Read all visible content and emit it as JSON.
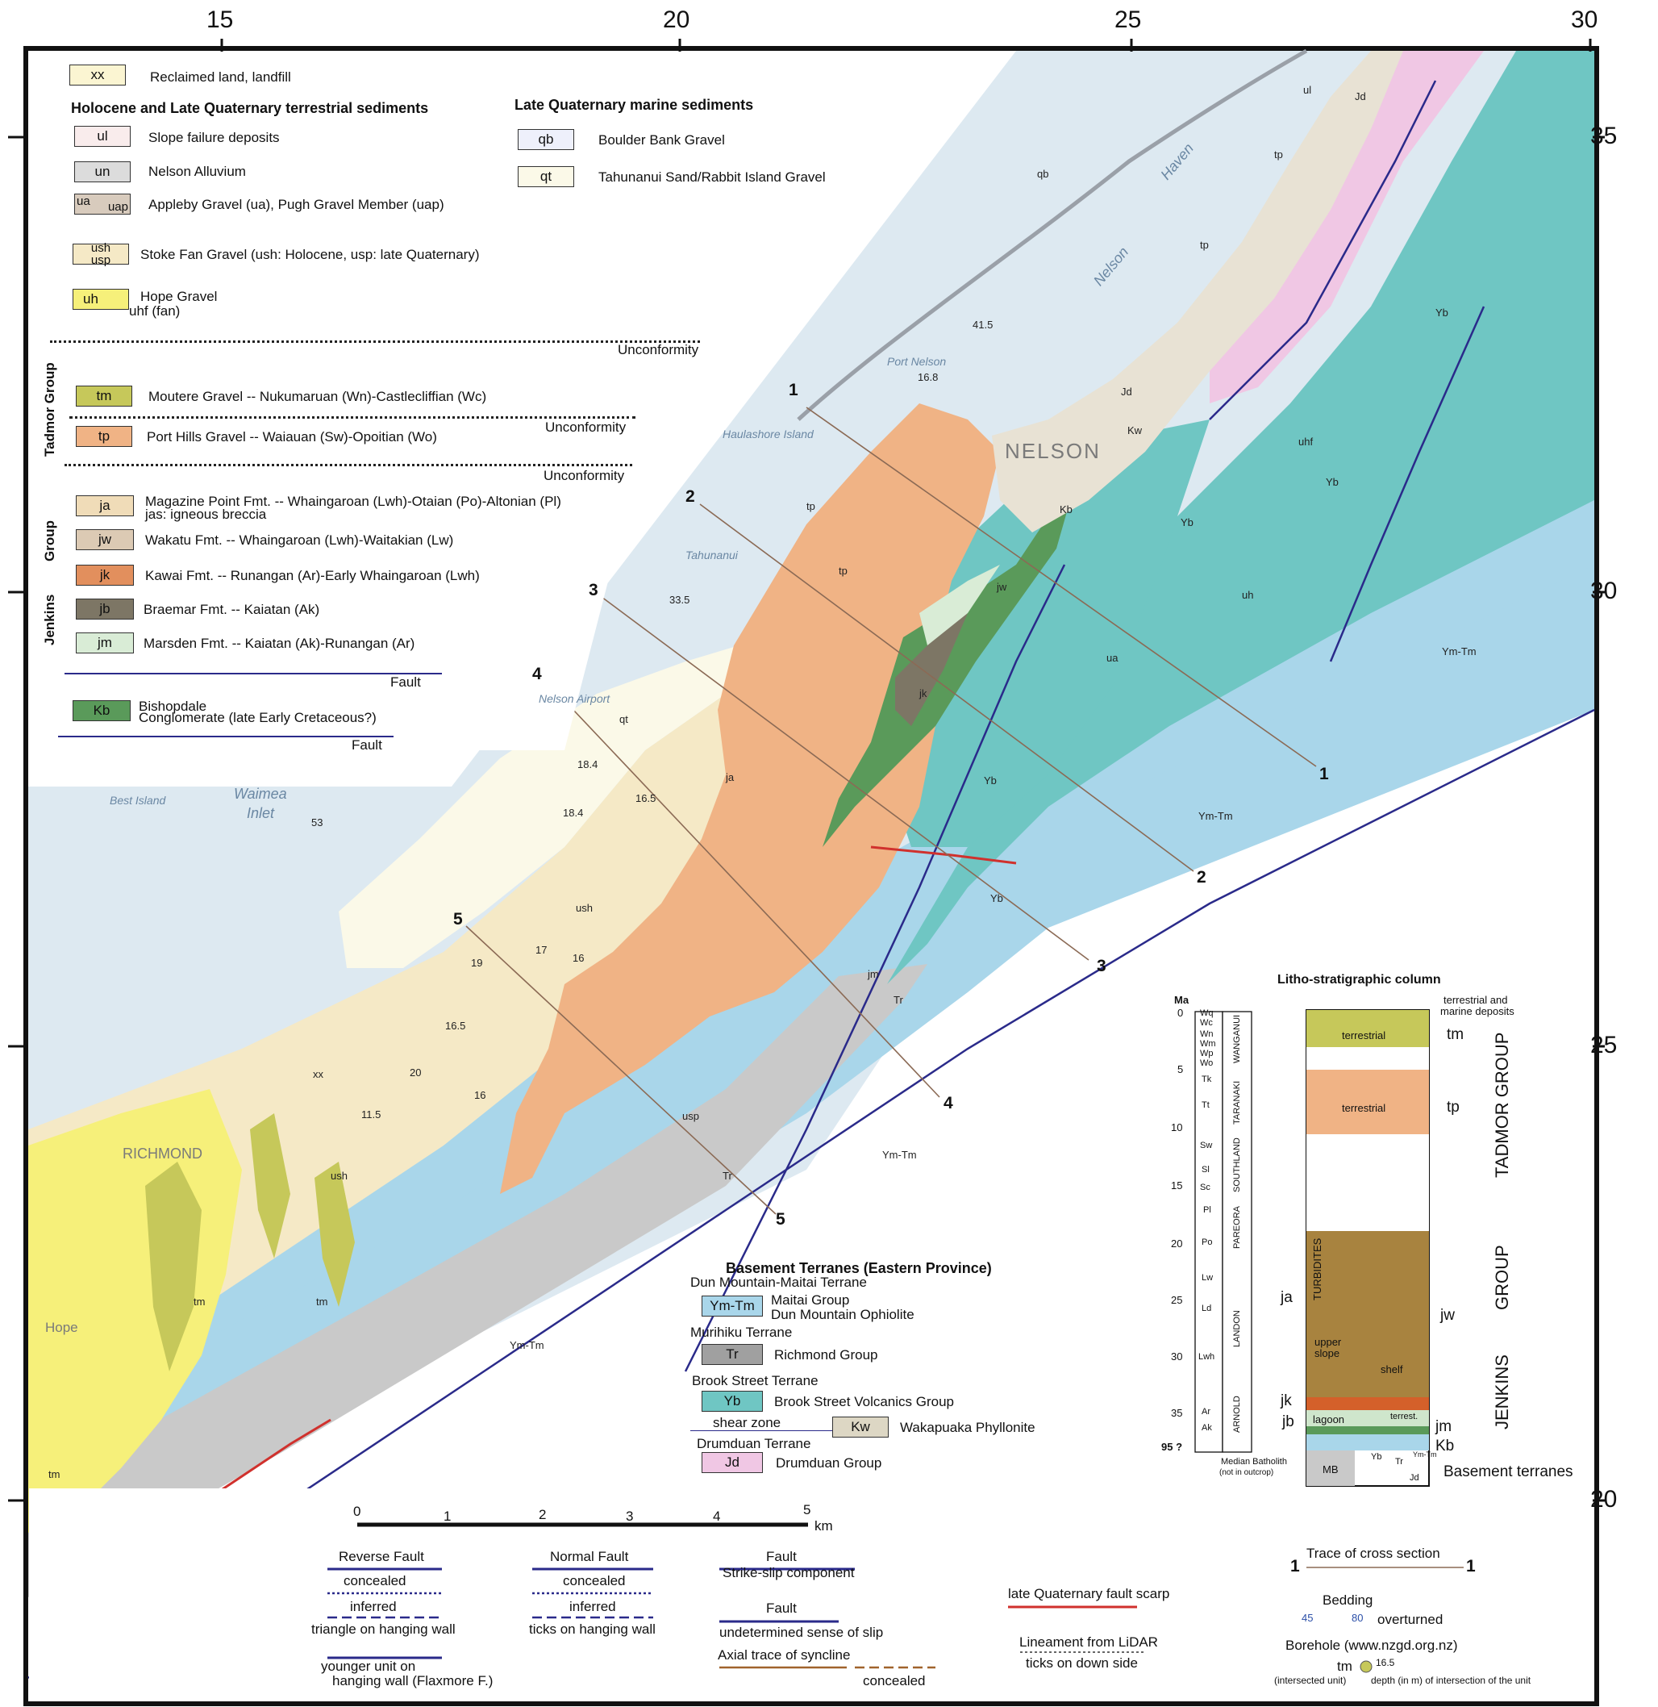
{
  "grid": {
    "top_ticks": [
      "15",
      "20",
      "25",
      "30"
    ],
    "right_ticks": [
      "35",
      "30",
      "25",
      "20"
    ]
  },
  "legend": {
    "reclaimed": {
      "code": "xx",
      "name": "Reclaimed land, landfill"
    },
    "holocene_title": "Holocene and Late Quaternary terrestrial sediments",
    "slope": {
      "code": "ul",
      "name": "Slope failure deposits"
    },
    "alluvium": {
      "code": "un",
      "name": "Nelson Alluvium"
    },
    "appleby": {
      "code_a": "ua",
      "code_b": "uap",
      "name": "Appleby  Gravel (ua), Pugh Gravel Member (uap)"
    },
    "stoke": {
      "code_a": "ush",
      "code_b": "usp",
      "name": "Stoke Fan  Gravel (ush: Holocene, usp: late Quaternary)"
    },
    "hope": {
      "code_a": "uh",
      "name": "Hope Gravel",
      "code_b": "uhf (fan)"
    },
    "unconformity": "Unconformity",
    "tadmor_group": "Tadmor Group",
    "moutere": {
      "code": "tm",
      "name": "Moutere Gravel -- Nukumaruan (Wn)-Castlecliffian (Wc)"
    },
    "porthills": {
      "code": "tp",
      "name": "Port Hills Gravel --  Waiauan (Sw)-Opoitian (Wo)"
    },
    "jenkins_group_a": "Jenkins",
    "jenkins_group_b": "Group",
    "magazine": {
      "code": "ja",
      "name": "Magazine Point Fmt. -- Whaingaroan (Lwh)-Otaian (Po)-Altonian (Pl)",
      "sub": "jas: igneous breccia"
    },
    "wakatu": {
      "code": "jw",
      "name": "Wakatu Fmt. -- Whaingaroan (Lwh)-Waitakian (Lw)"
    },
    "kawai": {
      "code": "jk",
      "name": "Kawai Fmt. -- Runangan (Ar)-Early Whaingaroan (Lwh)"
    },
    "braemar": {
      "code": "jb",
      "name": "Braemar  Fmt. -- Kaiatan (Ak)"
    },
    "marsden": {
      "code": "jm",
      "name": "Marsden  Fmt. -- Kaiatan (Ak)-Runangan (Ar)"
    },
    "fault": "Fault",
    "bishopdale": {
      "code": "Kb",
      "name_a": "Bishopdale",
      "name_b": "Conglomerate  (late Early Cretaceous?)"
    },
    "marine_title": "Late Quaternary marine sediments",
    "boulder": {
      "code": "qb",
      "name": "Boulder Bank Gravel"
    },
    "tahunanui": {
      "code": "qt",
      "name": "Tahunanui Sand/Rabbit Island Gravel"
    }
  },
  "basement": {
    "title": "Basement Terranes (Eastern Province)",
    "dun_mountain": "Dun Mountain-Maitai Terrane",
    "ymtm": {
      "code": "Ym-Tm",
      "name_a": "Maitai Group",
      "name_b": "Dun Mountain Ophiolite"
    },
    "murihiku": "Murihiku Terrane",
    "tr": {
      "code": "Tr",
      "name": "Richmond Group"
    },
    "brook": "Brook Street Terrane",
    "yb": {
      "code": "Yb",
      "name": "Brook Street Volcanics Group"
    },
    "shear": "shear zone",
    "kw": {
      "code": "Kw",
      "name": "Wakapuaka Phyllonite"
    },
    "drumduan": "Drumduan Terrane",
    "jd": {
      "code": "Jd",
      "name": "Drumduan Group"
    }
  },
  "scale": {
    "ticks": [
      "0",
      "1",
      "2",
      "3",
      "4",
      "5"
    ],
    "unit": "km"
  },
  "symbols": {
    "reverse": "Reverse Fault",
    "concealed": "concealed",
    "inferred": "inferred",
    "triangle": "triangle on hanging wall",
    "younger_a": "younger unit on",
    "younger_b": "hanging wall (Flaxmore F.)",
    "normal": "Normal Fault",
    "ticks": "ticks on hanging wall",
    "fault_ss": "Fault",
    "strike_slip": "Strike-slip component",
    "fault_u": "Fault",
    "undetermined": "undetermined sense of slip",
    "syncline": "Axial trace of syncline",
    "syn_concealed": "concealed",
    "scarp": "late Quaternary fault scarp",
    "lineament": "Lineament from LiDAR",
    "down_side": "ticks on down side",
    "trace": "Trace of cross section",
    "trace_num": "1",
    "bedding": "Bedding",
    "bed_dip": "45",
    "bed_over": "80",
    "overturned": "overturned",
    "borehole": "Borehole (www.nzgd.org.nz)",
    "bh_unit": "tm",
    "bh_depth": "16.5",
    "bh_note_a": "(intersected   unit)",
    "bh_note_b": "depth (in m) of intersection  of the unit"
  },
  "column": {
    "title": "Litho-stratigraphic column",
    "ma": "Ma",
    "ages": [
      "0",
      "5",
      "10",
      "15",
      "20",
      "25",
      "30",
      "35",
      "95 ?"
    ],
    "stages": [
      "Wq",
      "Wc",
      "Wn",
      "Wm",
      "Wp",
      "Wo",
      "Tk",
      "Tt",
      "Sw",
      "Sl",
      "Sc",
      "Pl",
      "Po",
      "Lw",
      "Ld",
      "Lwh",
      "Ar",
      "Ak"
    ],
    "series": [
      "WANGANUI",
      "TARANAKI",
      "SOUTHLAND",
      "PAREORA",
      "LANDON",
      "ARNOLD"
    ],
    "top_note_a": "terrestrial and",
    "top_note_b": "marine deposits",
    "terrestrial": "terrestrial",
    "turbidites": "TURBIDITES",
    "upper_slope_a": "upper",
    "upper_slope_b": "slope",
    "shelf": "shelf",
    "lagoon": "lagoon",
    "terrest": "terrest.",
    "mb": "MB",
    "mb_note_a": "Median Batholith",
    "mb_note_b": "(not in outcrop)",
    "units": {
      "tm": "tm",
      "tp": "tp",
      "ja": "ja",
      "jw": "jw",
      "jk": "jk",
      "jb": "jb",
      "jm": "jm",
      "kb": "Kb",
      "basement": "Basement terranes"
    },
    "groups": {
      "tadmor": "TADMOR GROUP",
      "group": "GROUP",
      "jenkins": "JENKINS"
    },
    "mini": {
      "yb": "Yb",
      "tr": "Tr",
      "jd": "Jd",
      "ymtm": "Ym-Tm"
    }
  },
  "cross_sections": [
    "1",
    "2",
    "3",
    "4",
    "5",
    "1",
    "2",
    "3",
    "4",
    "5"
  ],
  "places": {
    "nelson": "NELSON",
    "richmond": "RICHMOND",
    "hope": "Hope",
    "waimea": "Waimea",
    "inlet": "Inlet",
    "best": "Best Island",
    "port_nelson": "Port Nelson",
    "haulashore": "Haulashore Island",
    "nelson_haven_a": "Nelson",
    "nelson_haven_b": "Haven",
    "airport": "Nelson Airport",
    "tahunanui": "Tahunanui"
  },
  "map_labels": [
    {
      "t": "ul"
    },
    {
      "t": "tp"
    },
    {
      "t": "tp"
    },
    {
      "t": "jw"
    },
    {
      "t": "jk"
    },
    {
      "t": "ja"
    },
    {
      "t": "Yb"
    },
    {
      "t": "Yb"
    },
    {
      "t": "Yb"
    },
    {
      "t": "Yb"
    },
    {
      "t": "Ym-Tm"
    },
    {
      "t": "Ym-Tm"
    },
    {
      "t": "Ym-Tm"
    },
    {
      "t": "Ym-Tm"
    },
    {
      "t": "Tr"
    },
    {
      "t": "Tr"
    },
    {
      "t": "tm"
    },
    {
      "t": "tm"
    },
    {
      "t": "tm"
    },
    {
      "t": "ush"
    },
    {
      "t": "ush"
    },
    {
      "t": "qt"
    },
    {
      "t": "qb"
    },
    {
      "t": "Jd"
    },
    {
      "t": "Jd"
    },
    {
      "t": "Kw"
    },
    {
      "t": "Kb"
    },
    {
      "t": "uh"
    },
    {
      "t": "uhf"
    },
    {
      "t": "ua"
    },
    {
      "t": "tp"
    },
    {
      "t": "tp"
    },
    {
      "t": "jm"
    },
    {
      "t": "Yb"
    },
    {
      "t": "41.5"
    },
    {
      "t": "16.8"
    },
    {
      "t": "33.5"
    },
    {
      "t": "18.4"
    },
    {
      "t": "16.5"
    },
    {
      "t": "18.4"
    },
    {
      "t": "53"
    },
    {
      "t": "17"
    },
    {
      "t": "19"
    },
    {
      "t": "16"
    },
    {
      "t": "16.5"
    },
    {
      "t": "16"
    },
    {
      "t": "11.5"
    },
    {
      "t": "20"
    },
    {
      "t": "xx"
    },
    {
      "t": "usp"
    }
  ],
  "colors": {
    "ymtm": "#a9d6ea",
    "yb": "#6fc6c3",
    "tp": "#f0b385",
    "tr": "#c9c9c9",
    "jd": "#f0c7e4",
    "ush": "#f5e9c6",
    "qt": "#fbf9e8",
    "water": "#dde9f1",
    "uh": "#f6f07a",
    "jb": "#7d7665",
    "jm": "#d9ecd6",
    "kb": "#5a9a5a",
    "tm": "#c6c85a",
    "fault": "#2a2a8a"
  }
}
